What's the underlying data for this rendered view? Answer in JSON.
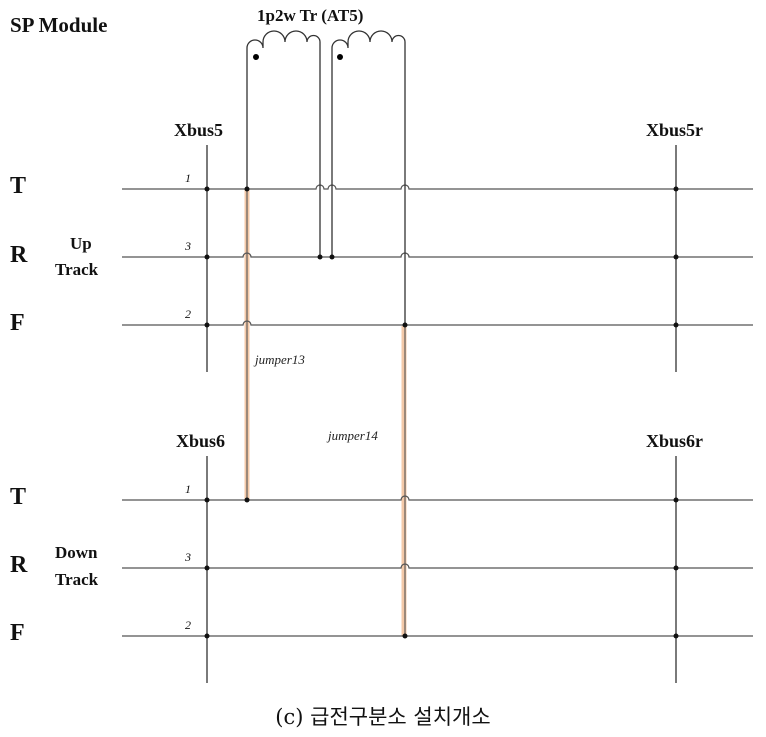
{
  "module_title": "SP Module",
  "transformer_label": "1p2w Tr (AT5)",
  "buses": {
    "up_left": "Xbus5",
    "up_right": "Xbus5r",
    "down_left": "Xbus6",
    "down_right": "Xbus6r"
  },
  "up_track": {
    "label_line1": "Up",
    "label_line2": "Track",
    "conductors": [
      {
        "name": "T",
        "number": "1"
      },
      {
        "name": "R",
        "number": "3"
      },
      {
        "name": "F",
        "number": "2"
      }
    ]
  },
  "down_track": {
    "label_line1": "Down",
    "label_line2": "Track",
    "conductors": [
      {
        "name": "T",
        "number": "1"
      },
      {
        "name": "R",
        "number": "3"
      },
      {
        "name": "F",
        "number": "2"
      }
    ]
  },
  "jumpers": [
    "jumper13",
    "jumper14"
  ],
  "caption": "(c) 급전구분소 설치개소",
  "colors": {
    "line": "#333333",
    "jumper_highlight": "#f4c9a8"
  }
}
